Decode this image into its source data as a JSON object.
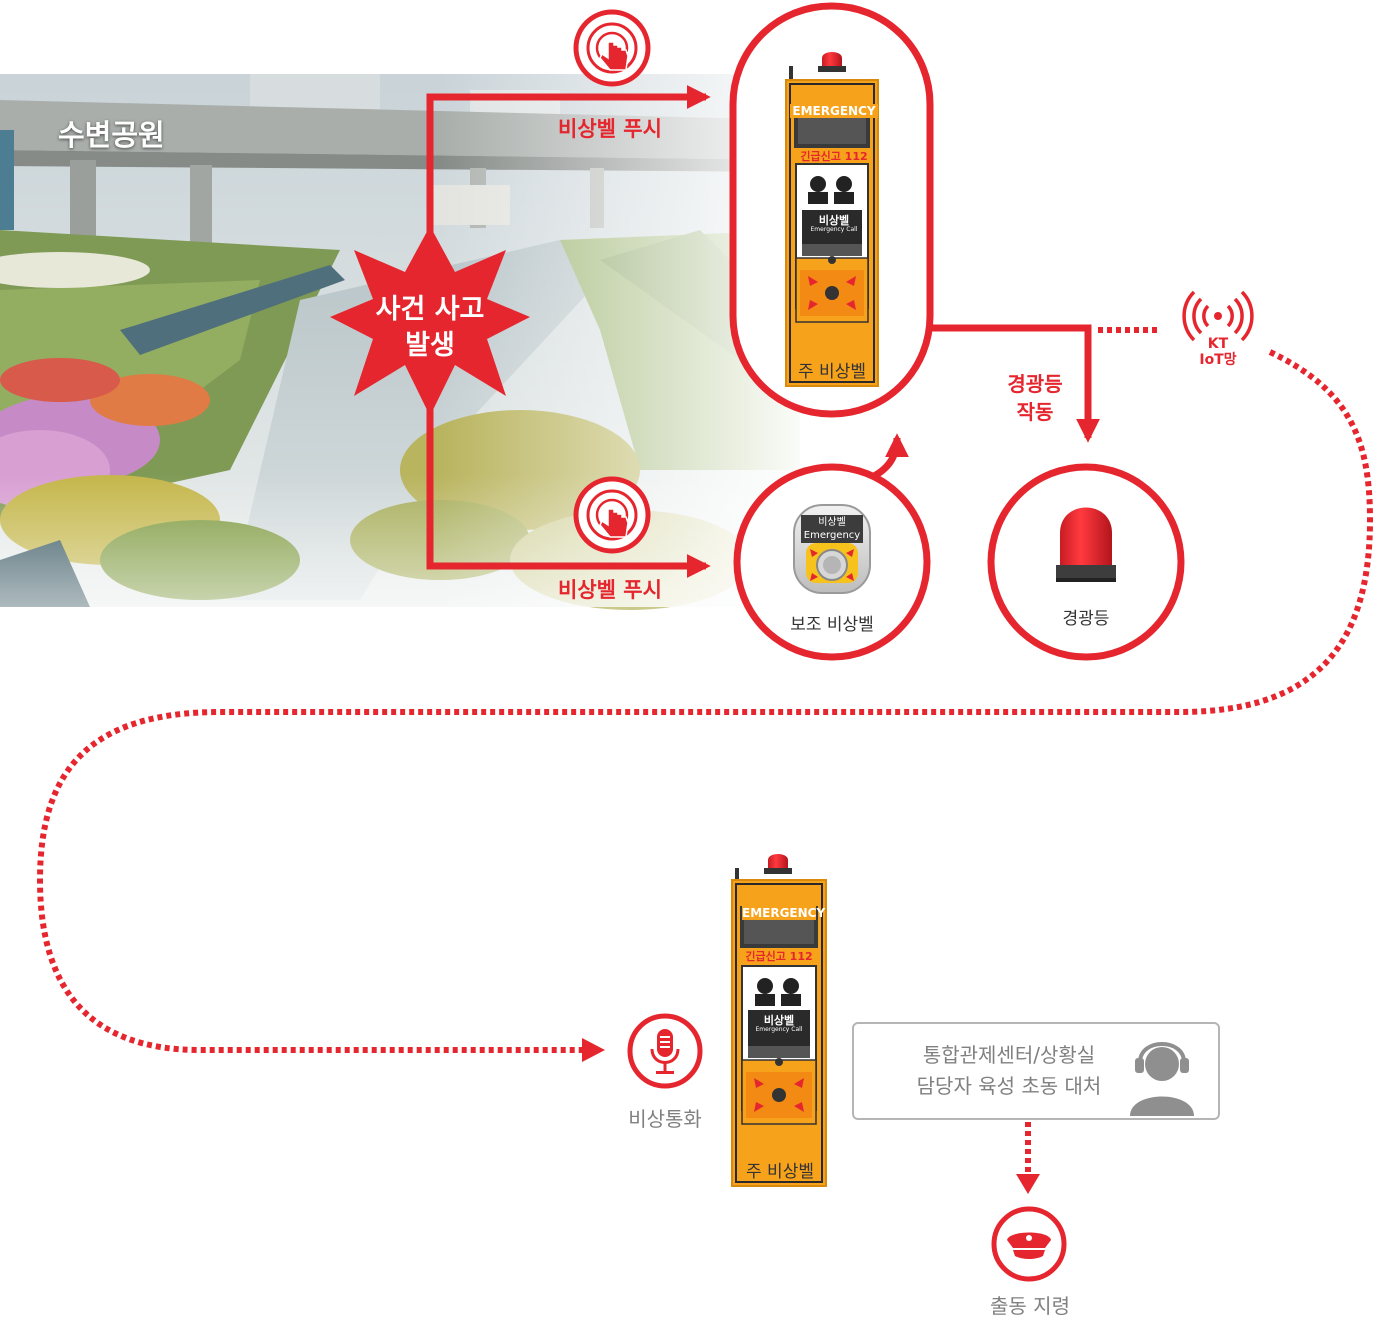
{
  "photo": {
    "title": "수변공원"
  },
  "incident": {
    "line1": "사건 사고",
    "line2": "발생"
  },
  "push_label_top": "비상벨 푸시",
  "push_label_bottom": "비상벨 푸시",
  "main_bell": {
    "panel_header": "EMERGENCY",
    "panel_call": "긴급신고 112",
    "panel_button_title": "비상벨",
    "panel_button_sub": "Emergency Call",
    "caption": "주 비상벨"
  },
  "sub_bell": {
    "line1": "비상벨",
    "line2": "Emergency",
    "caption": "보조 비상벨"
  },
  "warning_action": {
    "line1": "경광등",
    "line2": "작동"
  },
  "warning_light": {
    "caption": "경광등"
  },
  "network": {
    "line1": "KT",
    "line2": "IoT망"
  },
  "call": {
    "caption": "비상통화"
  },
  "main_bell_bottom": {
    "caption": "주 비상벨"
  },
  "control_center": {
    "line1": "통합관제센터/상황실",
    "line2": "담당자 육성 초동 대처"
  },
  "dispatch": {
    "caption": "출동 지령"
  },
  "colors": {
    "accent": "#e6262e",
    "panel_orange": "#f7a21b",
    "grey": "#808080"
  },
  "icons": [
    "touch-icon",
    "incident-burst-icon",
    "emergency-pole-icon",
    "emergency-button-icon",
    "beacon-icon",
    "wireless-signal-icon",
    "microphone-icon",
    "operator-headset-icon",
    "police-cap-icon"
  ]
}
